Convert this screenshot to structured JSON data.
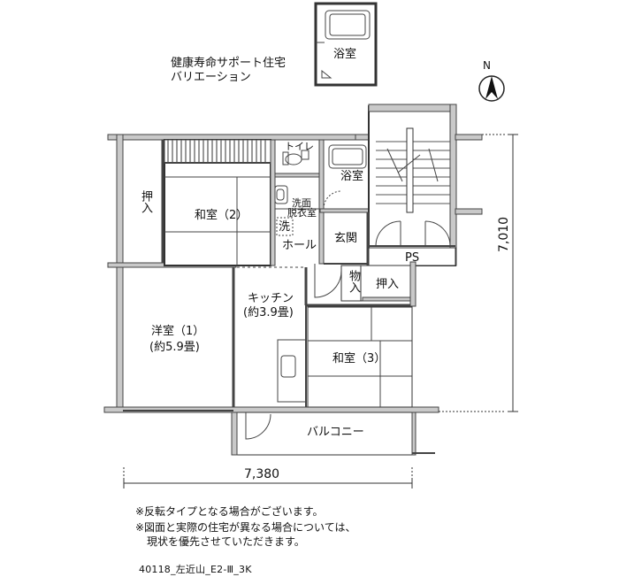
{
  "header": {
    "title_line1": "健康寿命サポート住宅",
    "title_line2": "バリエーション"
  },
  "rooms": {
    "bathroom_variant": "浴室",
    "oshiire_left": "押入",
    "washitsu_2": "和室（2）",
    "toilet": "トイレ",
    "bathroom": "浴室",
    "senmen_1": "洗面",
    "senmen_2": "脱衣室",
    "washer": "洗",
    "hall": "ホール",
    "genkan": "玄関",
    "ps": "PS",
    "monoire": "物入",
    "oshiire_right": "押入",
    "kitchen_1": "キッチン",
    "kitchen_2": "(約3.9畳)",
    "yoshitsu_1": "洋室（1）",
    "yoshitsu_2": "(約5.9畳)",
    "washitsu_3": "和室（3）",
    "balcony": "バルコニー"
  },
  "dimensions": {
    "width": "7,380",
    "depth": "7,010"
  },
  "compass": {
    "label": "N",
    "icon": "north-arrow-icon"
  },
  "notes": {
    "line1": "※反転タイプとなる場合がございます。",
    "line2": "※図面と実際の住宅が異なる場合については、",
    "line3": "現状を優先させていただきます。"
  },
  "footer": {
    "code": "40118_左近山_E2-Ⅲ_3K"
  }
}
